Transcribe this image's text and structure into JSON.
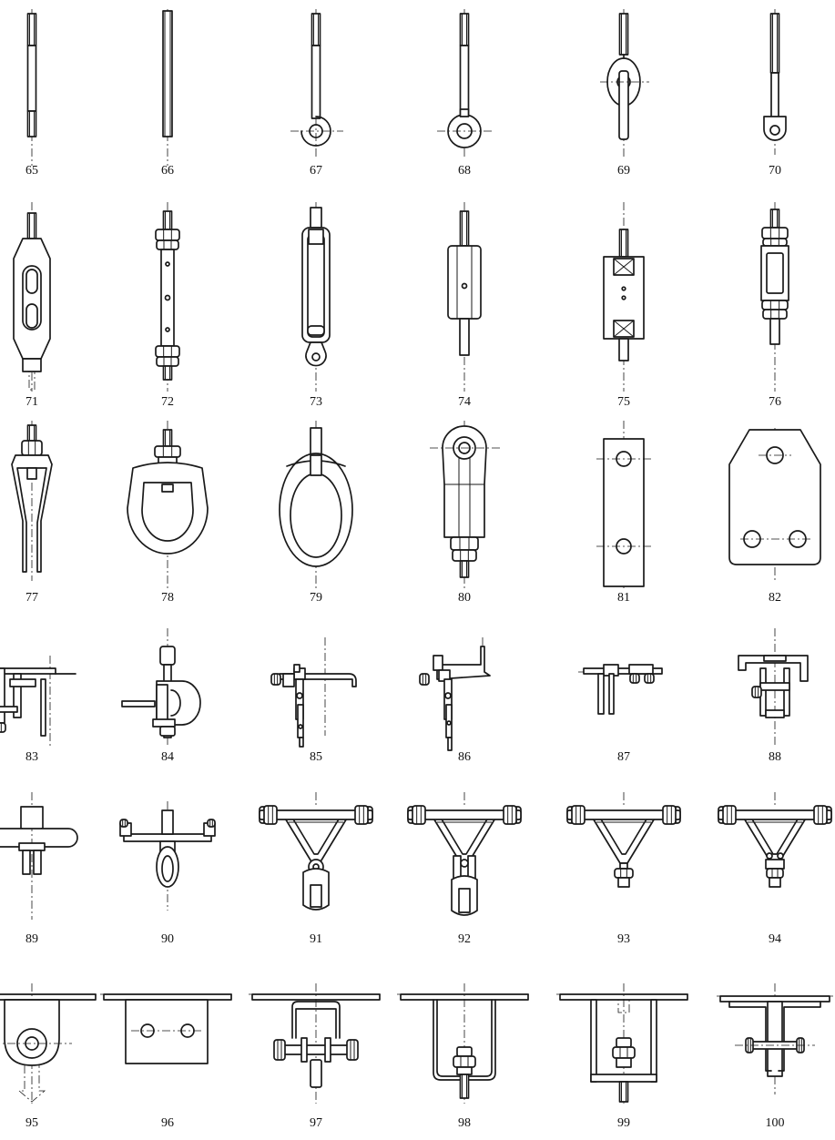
{
  "figures": [
    {
      "id": "fig-65",
      "label": "65",
      "shape": "threaded-rod-short"
    },
    {
      "id": "fig-66",
      "label": "66",
      "shape": "threaded-rod-full"
    },
    {
      "id": "fig-67",
      "label": "67",
      "shape": "open-hook-rod"
    },
    {
      "id": "fig-68",
      "label": "68",
      "shape": "eye-rod"
    },
    {
      "id": "fig-69",
      "label": "69",
      "shape": "pivot-eye-rod"
    },
    {
      "id": "fig-70",
      "label": "70",
      "shape": "tongue-rod"
    },
    {
      "id": "fig-71",
      "label": "71",
      "shape": "turnbuckle-open"
    },
    {
      "id": "fig-72",
      "label": "72",
      "shape": "pipe-turnbuckle"
    },
    {
      "id": "fig-73",
      "label": "73",
      "shape": "turnbuckle-eye"
    },
    {
      "id": "fig-74",
      "label": "74",
      "shape": "coupling-nut"
    },
    {
      "id": "fig-75",
      "label": "75",
      "shape": "block-turnbuckle"
    },
    {
      "id": "fig-76",
      "label": "76",
      "shape": "window-coupling"
    },
    {
      "id": "fig-77",
      "label": "77",
      "shape": "fork-clevis"
    },
    {
      "id": "fig-78",
      "label": "78",
      "shape": "swivel-ring"
    },
    {
      "id": "fig-79",
      "label": "79",
      "shape": "oval-ring"
    },
    {
      "id": "fig-80",
      "label": "80",
      "shape": "eye-socket"
    },
    {
      "id": "fig-81",
      "label": "81",
      "shape": "two-hole-plate"
    },
    {
      "id": "fig-82",
      "label": "82",
      "shape": "three-hole-plate"
    },
    {
      "id": "fig-83",
      "label": "83",
      "shape": "c-clamp"
    },
    {
      "id": "fig-84",
      "label": "84",
      "shape": "beam-clamp-hook"
    },
    {
      "id": "fig-85",
      "label": "85",
      "shape": "hook-clamp-rod"
    },
    {
      "id": "fig-86",
      "label": "86",
      "shape": "angle-clamp-rod"
    },
    {
      "id": "fig-87",
      "label": "87",
      "shape": "flat-clamp"
    },
    {
      "id": "fig-88",
      "label": "88",
      "shape": "clamp-bracket"
    },
    {
      "id": "fig-89",
      "label": "89",
      "shape": "double-hook"
    },
    {
      "id": "fig-90",
      "label": "90",
      "shape": "t-clamp-ring"
    },
    {
      "id": "fig-91",
      "label": "91",
      "shape": "triangle-hanger-swivel"
    },
    {
      "id": "fig-92",
      "label": "92",
      "shape": "triangle-hanger-links"
    },
    {
      "id": "fig-93",
      "label": "93",
      "shape": "triangle-hanger-nut"
    },
    {
      "id": "fig-94",
      "label": "94",
      "shape": "triangle-hanger-pin"
    },
    {
      "id": "fig-95",
      "label": "95",
      "shape": "lug-attachment"
    },
    {
      "id": "fig-96",
      "label": "96",
      "shape": "plate-attachment"
    },
    {
      "id": "fig-97",
      "label": "97",
      "shape": "strap-pin"
    },
    {
      "id": "fig-98",
      "label": "98",
      "shape": "strap-rod"
    },
    {
      "id": "fig-99",
      "label": "99",
      "shape": "channel-rod"
    },
    {
      "id": "fig-100",
      "label": "100",
      "shape": "t-bracket-pin"
    }
  ]
}
